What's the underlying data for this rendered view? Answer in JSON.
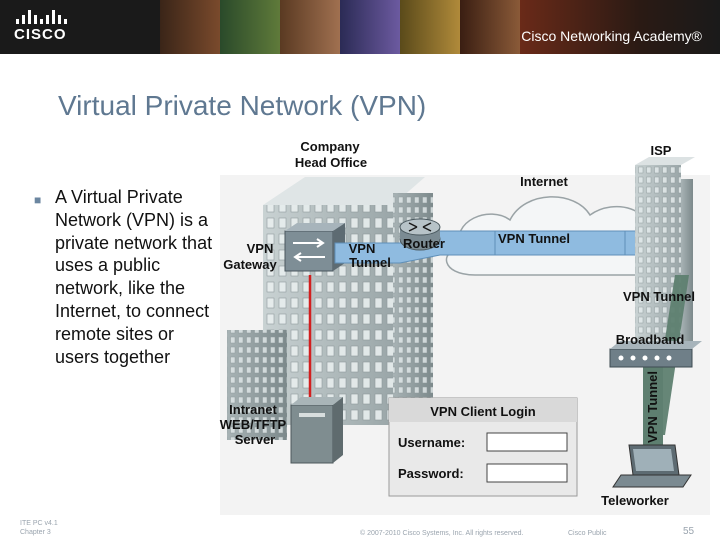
{
  "header": {
    "logo_text": "CISCO",
    "academy_text": "Cisco Networking Academy®"
  },
  "slide": {
    "title": "Virtual Private Network (VPN)",
    "bullet": "A Virtual Private Network (VPN) is a private network that uses a public network, like the Internet, to connect remote sites or users together"
  },
  "diagram": {
    "labels": {
      "company_line1": "Company",
      "company_line2": "Head Office",
      "isp": "ISP",
      "internet": "Internet",
      "vpn_gateway_line1": "VPN",
      "vpn_gateway_line2": "Gateway",
      "vpn_tunnel_left_line1": "VPN",
      "vpn_tunnel_left_line2": "Tunnel",
      "router": "Router",
      "vpn_tunnel_top": "VPN Tunnel",
      "vpn_tunnel_right": "VPN Tunnel",
      "broadband": "Broadband",
      "vpn_tunnel_vertical": "VPN Tunnel",
      "intranet_line1": "Intranet",
      "intranet_line2": "WEB/TFTP",
      "intranet_line3": "Server",
      "teleworker": "Teleworker"
    },
    "login": {
      "title": "VPN Client Login",
      "username_label": "Username:",
      "password_label": "Password:"
    }
  },
  "footer": {
    "left_line1": "ITE PC v4.1",
    "left_line2": "Chapter 3",
    "copyright": "© 2007-2010 Cisco Systems, Inc. All rights reserved.",
    "classification": "Cisco Public",
    "page_number": "55"
  },
  "colors": {
    "title": "#5f7891",
    "tunnel_blue": "#8fbbe0",
    "tunnel_green": "#5e7f70",
    "red_link": "#d21f1f"
  }
}
